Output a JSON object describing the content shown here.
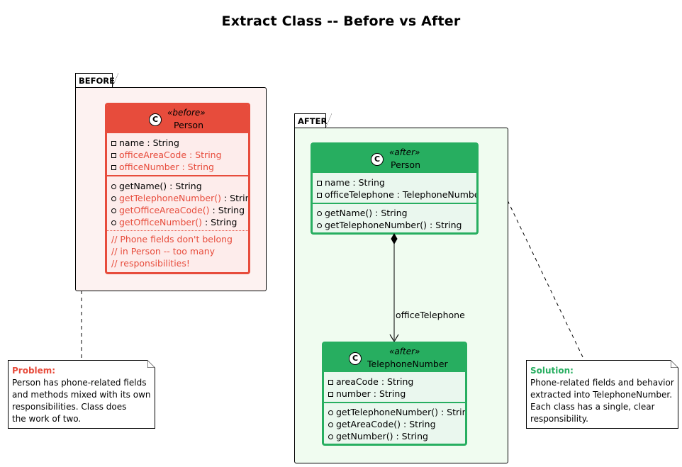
{
  "title": "Extract Class -- Before vs After",
  "before_pkg": {
    "label": "BEFORE"
  },
  "after_pkg": {
    "label": "AFTER"
  },
  "colors": {
    "red": "#e74c3c",
    "red_bg": "#fdeceb",
    "red_pkg_bg": "#fdf2f1",
    "green": "#27ae60",
    "green_bg": "#eaf7ee",
    "green_pkg_bg": "#f0fcf0"
  },
  "before_person": {
    "stereotype": "«before»",
    "name": "Person",
    "icon": "C",
    "fields": [
      {
        "text": "name : String",
        "highlight": false
      },
      {
        "text": "officeAreaCode : String",
        "highlight": true
      },
      {
        "text": "officeNumber : String",
        "highlight": true
      }
    ],
    "methods": [
      {
        "name": "getName()",
        "ret": " : String",
        "highlight": false
      },
      {
        "name": "getTelephoneNumber()",
        "ret": " : String",
        "highlight": true
      },
      {
        "name": "getOfficeAreaCode()",
        "ret": " : String",
        "highlight": true
      },
      {
        "name": "getOfficeNumber()",
        "ret": " : String",
        "highlight": true
      }
    ],
    "comments": [
      "// Phone fields don't belong",
      "// in Person -- too many",
      "// responsibilities!"
    ]
  },
  "after_person": {
    "stereotype": "«after»",
    "name": "Person",
    "icon": "C",
    "fields": [
      "name : String",
      "officeTelephone : TelephoneNumber"
    ],
    "methods": [
      "getName() : String",
      "getTelephoneNumber() : String"
    ]
  },
  "telephone": {
    "stereotype": "«after»",
    "name": "TelephoneNumber",
    "icon": "C",
    "fields": [
      "areaCode : String",
      "number : String"
    ],
    "methods": [
      "getTelephoneNumber() : String",
      "getAreaCode() : String",
      "getNumber() : String"
    ]
  },
  "association": {
    "label": "officeTelephone"
  },
  "problem_note": {
    "heading": "Problem:",
    "lines": [
      "Person has phone-related fields",
      "and methods mixed with its own",
      "responsibilities. Class does",
      "the work of two."
    ]
  },
  "solution_note": {
    "heading": "Solution:",
    "lines": [
      "Phone-related fields and behavior",
      "extracted into TelephoneNumber.",
      "Each class has a single, clear",
      "responsibility."
    ]
  }
}
